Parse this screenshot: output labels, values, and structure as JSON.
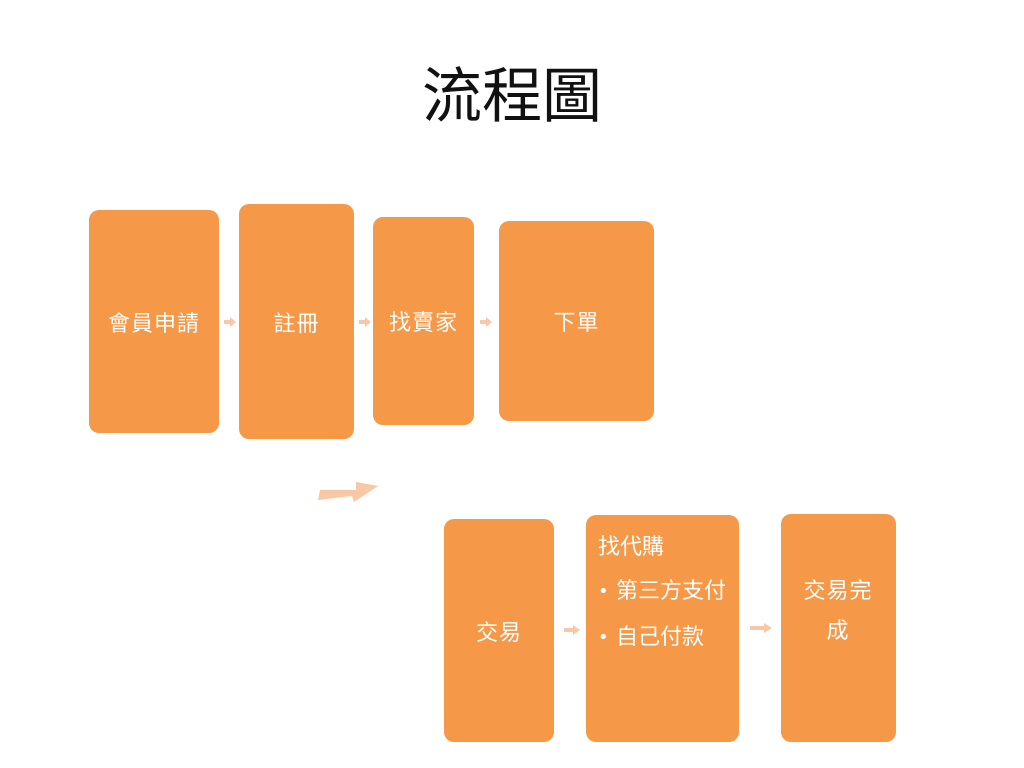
{
  "slide": {
    "title": "流程圖"
  },
  "steps_row1": [
    {
      "label": "會員申請"
    },
    {
      "label": "註冊"
    },
    {
      "label": "找賣家"
    },
    {
      "label": "下單"
    }
  ],
  "steps_row2": {
    "trade": {
      "label": "交易"
    },
    "agent": {
      "heading": "找代購",
      "bullets": [
        "第三方支付",
        "自己付款"
      ]
    },
    "done": {
      "label": "交易完成"
    }
  },
  "colors": {
    "box_fill": "#f59848",
    "arrow_fill": "#f8c7a6",
    "text": "#ffffff",
    "title": "#111111"
  }
}
